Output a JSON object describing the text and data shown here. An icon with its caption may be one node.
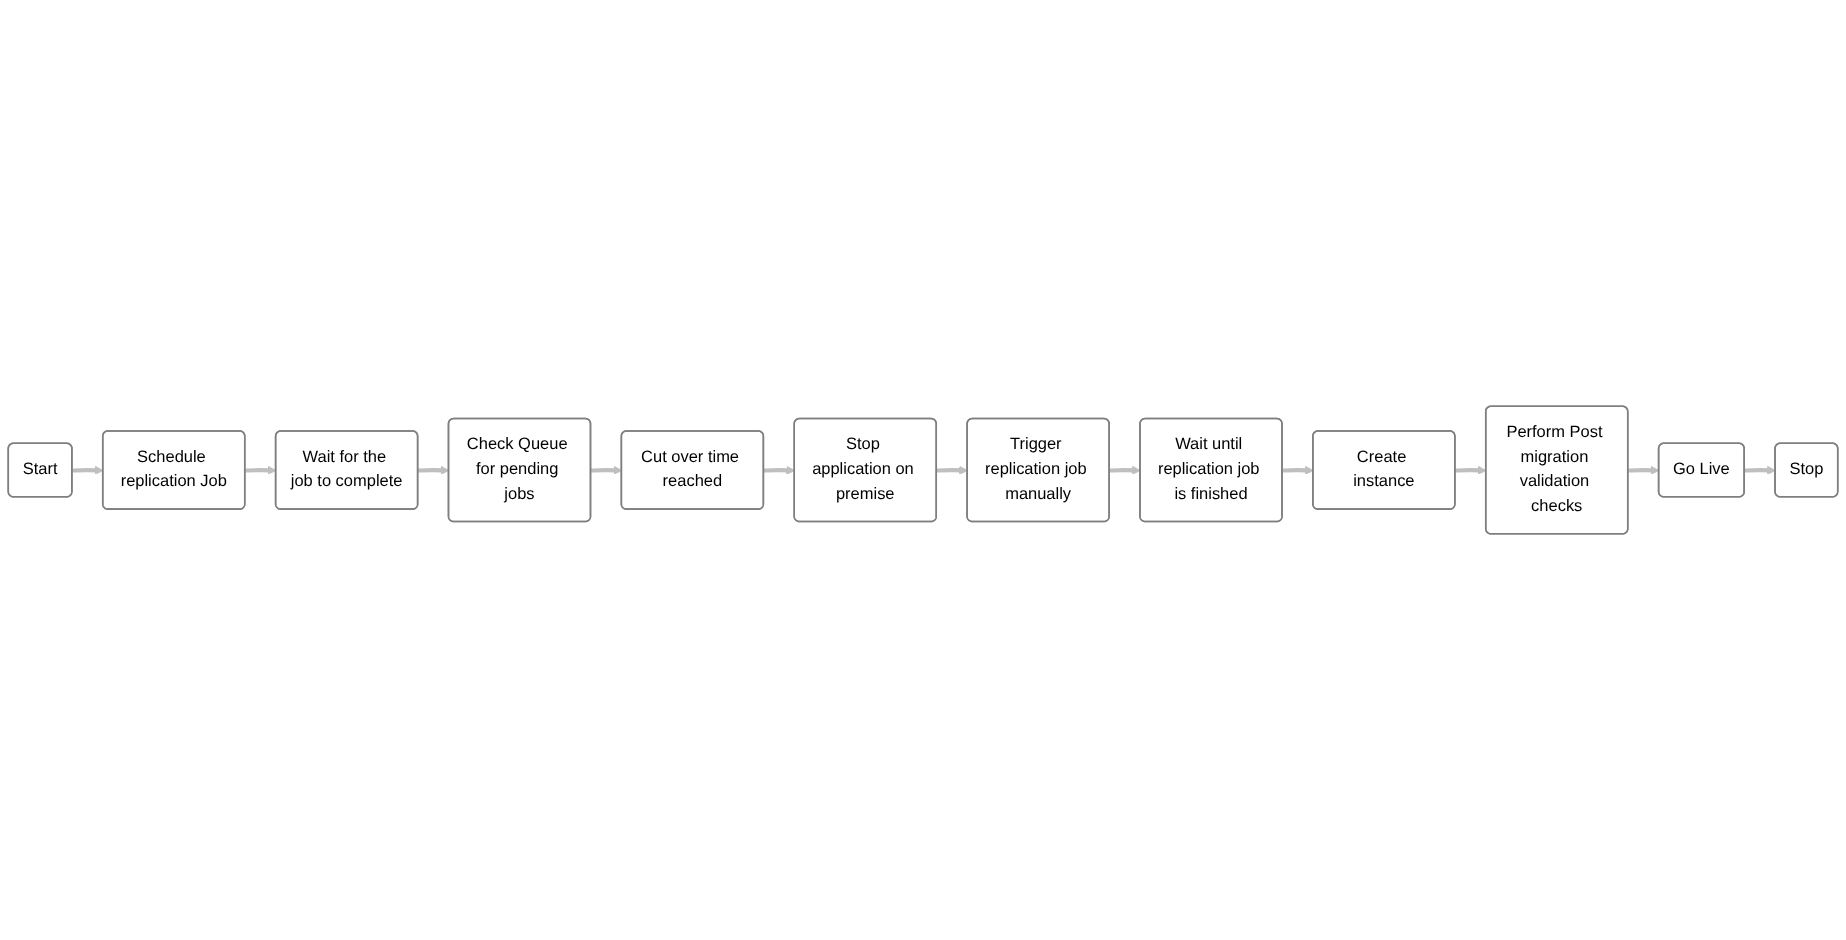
{
  "diagram": {
    "nodes": [
      {
        "text": [
          "Start"
        ]
      },
      {
        "text": [
          "Schedule replication Job"
        ]
      },
      {
        "text": [
          "Wait for the job to complete"
        ]
      },
      {
        "text": [
          "Check Queue for pending jobs"
        ]
      },
      {
        "text": [
          "Cut over time reached"
        ]
      },
      {
        "text": [
          "Stop application on premise"
        ]
      },
      {
        "text": [
          "Trigger replication job manually"
        ]
      },
      {
        "text": [
          "Wait until replication job is finished"
        ]
      },
      {
        "text": [
          "Create instance"
        ]
      },
      {
        "text": [
          "Perform Post migration validation checks"
        ]
      },
      {
        "text": [
          "Go Live"
        ]
      },
      {
        "text": [
          "Stop"
        ]
      }
    ],
    "edges": [
      {
        "from": 0,
        "to": 1,
        "arrow": "to"
      },
      {
        "from": 1,
        "to": 2,
        "arrow": "to"
      },
      {
        "from": 2,
        "to": 3,
        "arrow": "to"
      },
      {
        "from": 3,
        "to": 4,
        "arrow": "to"
      },
      {
        "from": 4,
        "to": 5,
        "arrow": "to"
      },
      {
        "from": 5,
        "to": 6,
        "arrow": "to"
      },
      {
        "from": 6,
        "to": 7,
        "arrow": "to"
      },
      {
        "from": 7,
        "to": 8,
        "arrow": "to"
      },
      {
        "from": 8,
        "to": 9,
        "arrow": "to"
      },
      {
        "from": 9,
        "to": 10,
        "arrow": "to"
      },
      {
        "from": 10,
        "to": 11,
        "arrow": "to"
      }
    ]
  }
}
